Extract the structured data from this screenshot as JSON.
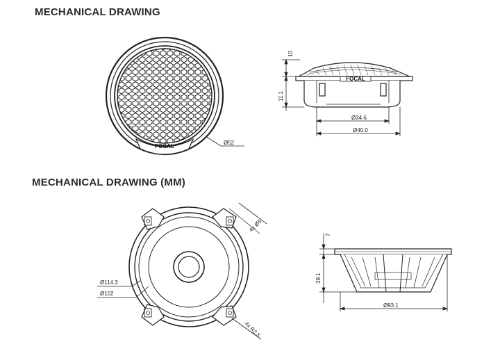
{
  "sections": [
    {
      "title": "MECHANICAL DRAWING"
    },
    {
      "title": "MECHANICAL DRAWING (MM)"
    }
  ],
  "tweeter": {
    "brand": "FOCAL",
    "diameter_label": "Ø52",
    "height_top_label": "10",
    "height_body_label": "11.1",
    "inner_diameter_label": "Ø34.6",
    "outer_diameter_label": "Ø40.0"
  },
  "woofer": {
    "hole_label": "4x Ø5",
    "flange_label": "Ø114.3",
    "cutout_label": "Ø102",
    "radius_label": "4x R2.5",
    "top_height_label": "7",
    "depth_label": "39.1",
    "basket_diameter_label": "Ø93.1"
  },
  "colors": {
    "line": "#222222",
    "text": "#2a2a2a",
    "background": "#ffffff"
  }
}
